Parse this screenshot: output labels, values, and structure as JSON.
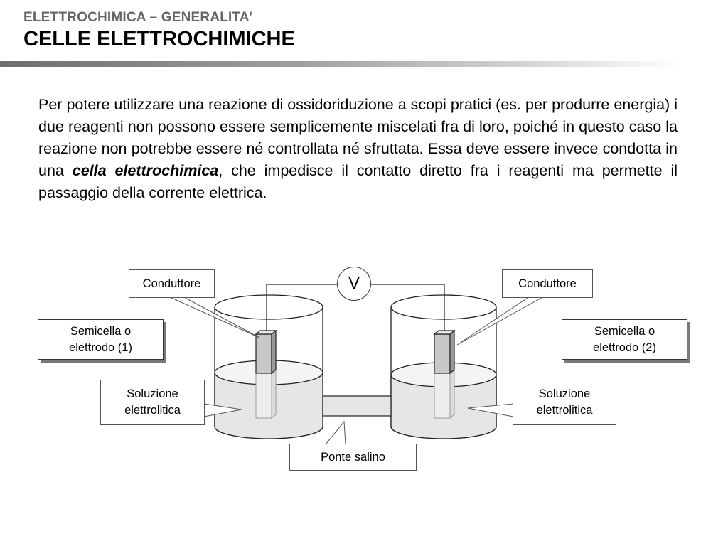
{
  "header": {
    "subtitle": "ELETTROCHIMICA – GENERALITA’",
    "title": "CELLE ELETTROCHIMICHE"
  },
  "paragraph": {
    "part1": "Per potere utilizzare una reazione di ossidoriduzione a scopi pratici (es. per produrre energia) i due reagenti non possono essere semplicemente miscelati fra di loro, poiché in questo caso la reazione non potrebbe essere né controllata né sfruttata. Essa deve essere invece condotta in una ",
    "emphasis": "cella elettrochimica",
    "part2": ", che impedisce il contatto diretto fra i reagenti ma permette il passaggio della corrente elettrica."
  },
  "diagram": {
    "voltmeter": "V",
    "conductor_left": "Conduttore",
    "conductor_right": "Conduttore",
    "halfcell_left": "Semicella o elettrodo (1)",
    "halfcell_right": "Semicella o elettrodo (2)",
    "solution_left": "Soluzione elettrolitica",
    "solution_right": "Soluzione elettrolitica",
    "salt_bridge": "Ponte salino"
  }
}
